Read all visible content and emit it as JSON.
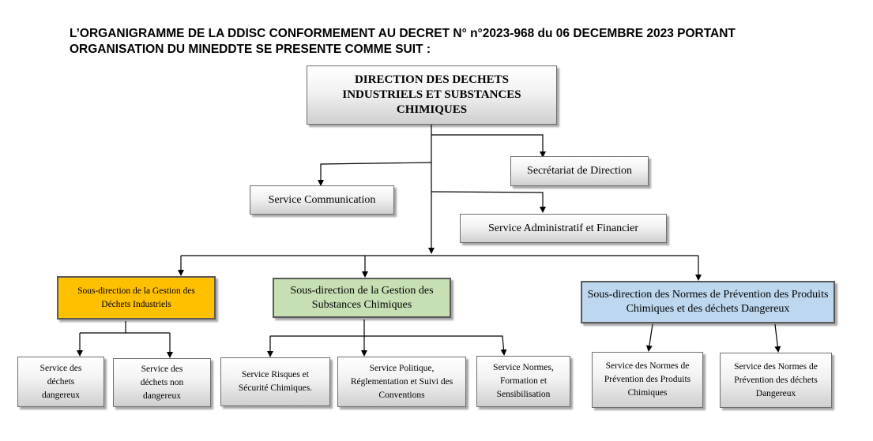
{
  "header": {
    "title": "L’ORGANIGRAMME DE LA DDISC CONFORMEMENT AU DECRET N° n°2023-968 du 06 DECEMBRE 2023 PORTANT\nORGANISATION DU MINEDDTE SE PRESENTE COMME SUIT :"
  },
  "org": {
    "direction": "DIRECTION DES DECHETS INDUSTRIELS ET SUBSTANCES CHIMIQUES",
    "secretariat": "Secrétariat de Direction",
    "communication": "Service Communication",
    "admin_finance": "Service Administratif et Financier",
    "subdir_industrial": {
      "title": "Sous-direction de la Gestion des Déchets Industriels",
      "services": [
        "Service des déchets dangereux",
        "Service des déchets non dangereux"
      ]
    },
    "subdir_chemicals": {
      "title": "Sous-direction de la Gestion des Substances Chimiques",
      "services": [
        "Service Risques et Sécurité Chimiques.",
        "Service Politique, Réglementation et Suivi des Conventions",
        "Service Normes, Formation et Sensibilisation"
      ]
    },
    "subdir_norms": {
      "title": "Sous-direction des Normes de Prévention des Produits Chimiques et des déchets Dangereux",
      "services": [
        "Service des Normes de Prévention des Produits Chimiques",
        "Service des Normes de Prévention des déchets Dangereux"
      ]
    }
  },
  "colors": {
    "industrial": "#ffc000",
    "chemicals": "#c6e0b4",
    "norms": "#bdd7ee",
    "connector": "#000000"
  }
}
